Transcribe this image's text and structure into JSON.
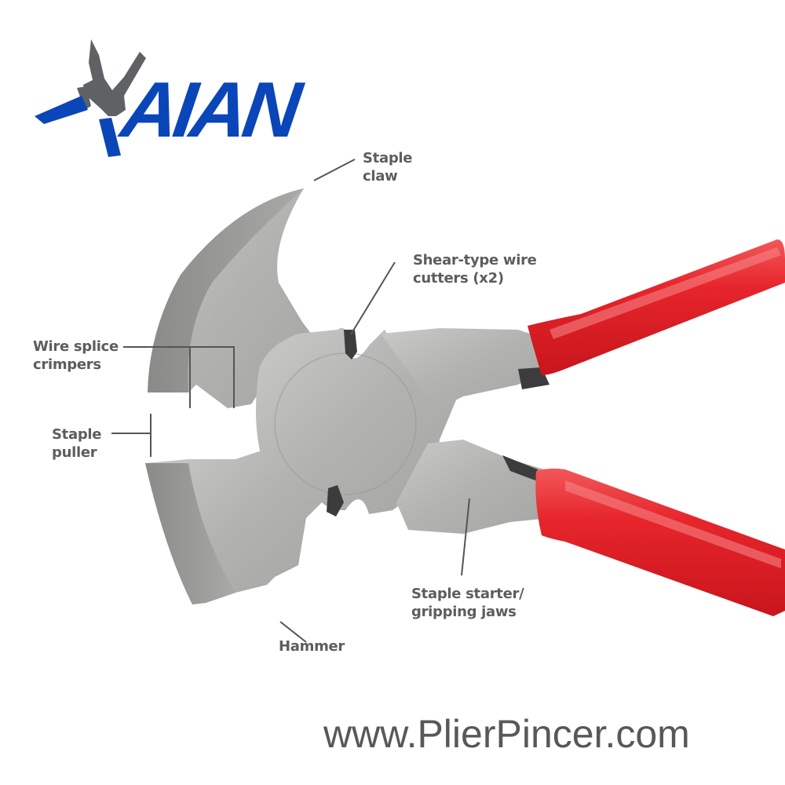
{
  "brand": {
    "name": "AIAN",
    "logo_icon": "pliers-logo-icon",
    "colors": {
      "blue": "#0a46b8",
      "gray": "#5f6165"
    }
  },
  "diagram": {
    "subject": "Fencing pliers",
    "colors": {
      "steel": "#b5b5b3",
      "steel_dark": "#8e8e8c",
      "handle_red": "#e52a2f",
      "label": "#5d5d5f",
      "leader": "#555555"
    },
    "labels": [
      {
        "id": "staple-claw",
        "text": "Staple\nclaw"
      },
      {
        "id": "shear-cutters",
        "text": "Shear-type wire\ncutters (x2)"
      },
      {
        "id": "wire-splice-crimpers",
        "text": "Wire splice\ncrimpers"
      },
      {
        "id": "staple-puller",
        "text": "Staple\npuller"
      },
      {
        "id": "staple-starter",
        "text": "Staple starter/\ngripping jaws"
      },
      {
        "id": "hammer",
        "text": "Hammer"
      }
    ]
  },
  "watermark": {
    "text": "www.PlierPincer.com"
  }
}
